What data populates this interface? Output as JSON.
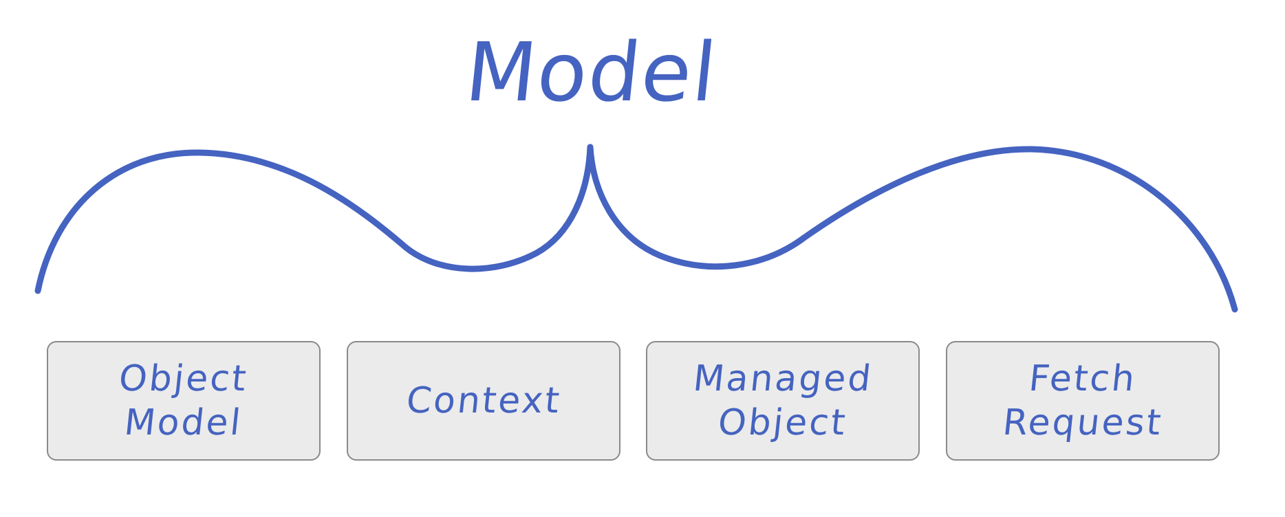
{
  "title": "Model",
  "components": [
    {
      "line1": "Object",
      "line2": "Model"
    },
    {
      "line1": "Context",
      "line2": ""
    },
    {
      "line1": "Managed",
      "line2": "Object"
    },
    {
      "line1": "Fetch",
      "line2": "Request"
    }
  ],
  "colors": {
    "ink": "#4563c0",
    "box_fill": "#ebebeb",
    "box_border": "#8a8a8a",
    "background": "#ffffff"
  }
}
